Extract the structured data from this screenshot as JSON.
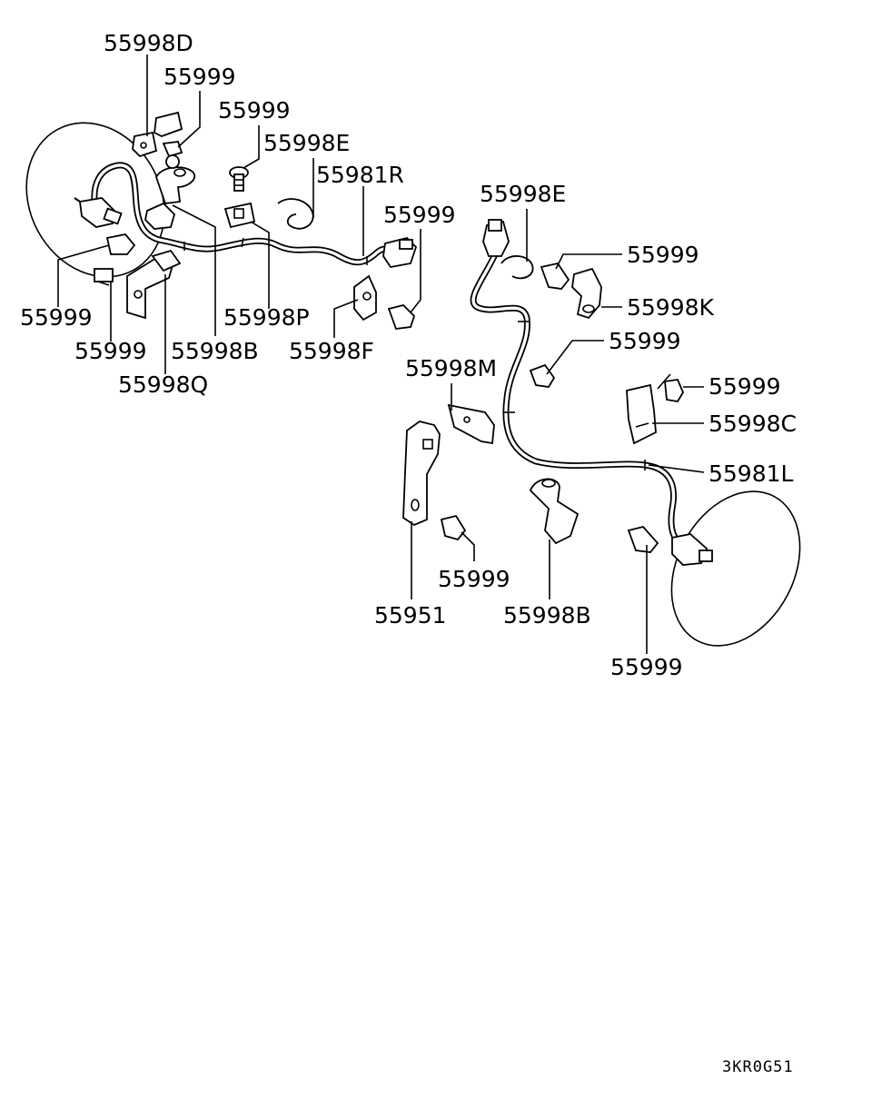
{
  "diagram_code": "3KR0G51",
  "callouts": [
    {
      "id": "c1",
      "text": "55998D"
    },
    {
      "id": "c2",
      "text": "55999"
    },
    {
      "id": "c3",
      "text": "55999"
    },
    {
      "id": "c4",
      "text": "55998E"
    },
    {
      "id": "c5",
      "text": "55981R"
    },
    {
      "id": "c6",
      "text": "55999"
    },
    {
      "id": "c7",
      "text": "55999"
    },
    {
      "id": "c8",
      "text": "55999"
    },
    {
      "id": "c9",
      "text": "55998B"
    },
    {
      "id": "c10",
      "text": "55998P"
    },
    {
      "id": "c11",
      "text": "55998F"
    },
    {
      "id": "c12",
      "text": "55998Q"
    },
    {
      "id": "c13",
      "text": "55998E"
    },
    {
      "id": "c14",
      "text": "55999"
    },
    {
      "id": "c15",
      "text": "55998K"
    },
    {
      "id": "c16",
      "text": "55999"
    },
    {
      "id": "c17",
      "text": "55998M"
    },
    {
      "id": "c18",
      "text": "55999"
    },
    {
      "id": "c19",
      "text": "55998C"
    },
    {
      "id": "c20",
      "text": "55981L"
    },
    {
      "id": "c21",
      "text": "55999"
    },
    {
      "id": "c22",
      "text": "55951"
    },
    {
      "id": "c23",
      "text": "55998B"
    },
    {
      "id": "c24",
      "text": "55999"
    }
  ]
}
